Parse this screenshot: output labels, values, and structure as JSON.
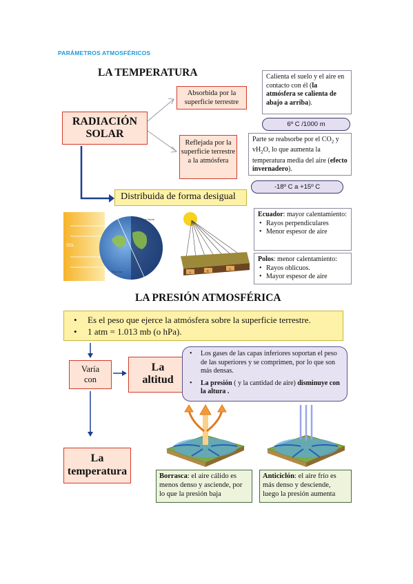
{
  "header": {
    "label": "PARÁMETROS ATMOSFÉRICOS"
  },
  "temperatura": {
    "title": "LA TEMPERATURA",
    "radiacion": {
      "line1": "RADIACIÓN",
      "line2": "SOLAR"
    },
    "absorbida": "Absorbida por la superficie terrestre",
    "reflejada": "Reflejada por la superficie terrestre a la atmósfera",
    "calienta": {
      "text": "Calienta el suelo y el aire en contacto con él (",
      "bold": "la atmósfera se calienta de abajo a arriba",
      "end": ")."
    },
    "pill1": "6º C /1000 m",
    "parte": {
      "p1": "Parte se reabsorbe por el CO",
      "sub1": "2",
      "p2": " y vH",
      "sub2": "2",
      "p3": "O, lo que aumenta la temperatura media del aire (",
      "bold": "efecto invernadero",
      "end": ")."
    },
    "pill2": "-18º C a +15º C",
    "distribuida": "Distribuida de forma desigual",
    "globe": {
      "sol": "SOL",
      "polo_norte": "Polo Norte",
      "polo_sur": "Polo Sur"
    },
    "ground_labels": [
      "A",
      "B",
      "A"
    ],
    "ecuador": {
      "label": "Ecuador",
      "text": ": mayor calentamiento:",
      "items": [
        "Rayos perpendiculares",
        "Menor espesor de aire"
      ]
    },
    "polos": {
      "label": "Polos",
      "text": ": menor calentamiento:",
      "items": [
        "Rayos oblicuos.",
        "Mayor espesor de aire"
      ]
    }
  },
  "presion": {
    "title": "LA PRESIÓN ATMOSFÉRICA",
    "items": [
      "Es el peso que  ejerce la atmósfera sobre la superficie terrestre.",
      "1 atm = 1.013 mb (o hPa)."
    ],
    "varia": {
      "line1": "Varía",
      "line2": "con"
    },
    "altitud": {
      "line1": "La",
      "line2": "altitud"
    },
    "gases": {
      "item1": "Los gases de las capas inferiores soportan el peso de las superiores y se comprimen, por lo que son más densas.",
      "item2_bold1": "La presión",
      "item2_text": " ( y la cantidad de aire) ",
      "item2_bold2": "disminuye con la altura ."
    },
    "temperatura": {
      "line1": "La",
      "line2": "temperatura"
    },
    "borrasca": {
      "label": "Borrasca",
      "text": ": el aire cálido es menos denso y asciende, por lo que la presión baja"
    },
    "anticiclon": {
      "label": "Anticiclón",
      "text": ": el aire frío es más denso y desciende, luego la presión aumenta"
    }
  },
  "colors": {
    "accent_blue": "#1b9ad6",
    "red_border": "#d23a2a",
    "red_fill": "#fde4d6",
    "yellow_fill": "#fdf2a8",
    "green_fill": "#eef3dc",
    "lilac_fill": "#e3def0",
    "arrow_blue": "#1a3f8f"
  }
}
